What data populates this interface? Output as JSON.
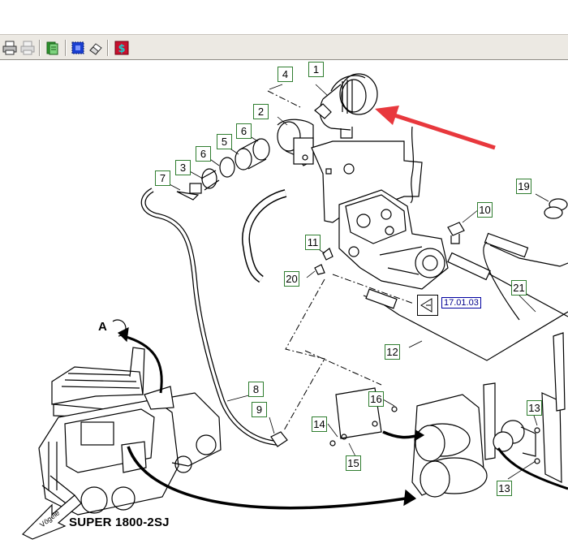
{
  "toolbar": {
    "buttons": [
      {
        "name": "print-icon"
      },
      {
        "name": "print-preview-icon"
      },
      {
        "name": "notes-icon"
      },
      {
        "name": "select-area-icon"
      },
      {
        "name": "eraser-icon"
      },
      {
        "name": "dollar-order-icon"
      }
    ]
  },
  "diagram": {
    "callouts": [
      "1",
      "2",
      "3",
      "4",
      "5",
      "6",
      "6",
      "7",
      "8",
      "9",
      "10",
      "11",
      "12",
      "13",
      "13",
      "14",
      "15",
      "16",
      "19",
      "20",
      "21"
    ],
    "reference": "17.01.03",
    "view_label": "A",
    "model_label": "SUPER 1800-2SJ",
    "logo_text": "Vögele"
  },
  "colors": {
    "callout_border": "#2f7d2f",
    "reference_border": "#0000a0",
    "highlight_arrow": "#e8383d"
  }
}
